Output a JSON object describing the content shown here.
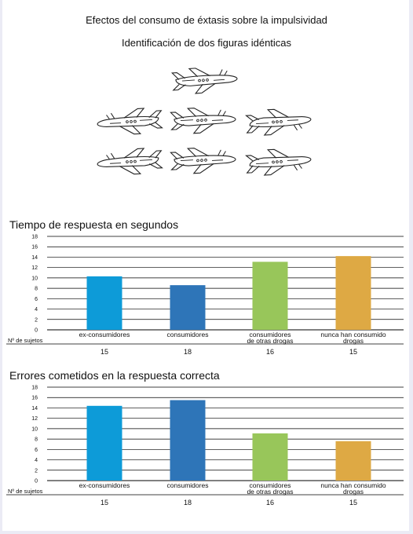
{
  "header": {
    "title": "Efectos del consumo de éxtasis sobre la impulsividad",
    "subtitle": "Identificación de dos figuras idénticas"
  },
  "figure": {
    "description_icons": [
      "airplane-icon"
    ]
  },
  "colors": {
    "ex_consumidores": "#0d9bd8",
    "consumidores": "#2e75b8",
    "otras_drogas": "#98c65a",
    "nunca": "#dea944"
  },
  "sujetos_label": "Nº de sujetos",
  "chart_data": [
    {
      "type": "bar",
      "title": "Tiempo de respuesta en segundos",
      "categories": [
        "ex-consumidores",
        "consumidores",
        "consumidores de otras drogas",
        "nunca han consumido drogas"
      ],
      "category_lines": [
        [
          "ex-consumidores"
        ],
        [
          "consumidores"
        ],
        [
          "consumidores",
          "de otras drogas"
        ],
        [
          "nunca han consumido",
          "drogas"
        ]
      ],
      "values": [
        10.3,
        8.6,
        13.1,
        14.2
      ],
      "ylim": [
        0,
        18
      ],
      "yticks": [
        0,
        2,
        4,
        6,
        8,
        10,
        12,
        14,
        16,
        18
      ],
      "grid": true,
      "sujetos": [
        "15",
        "18",
        "16",
        "15"
      ]
    },
    {
      "type": "bar",
      "title": "Errores cometidos en la respuesta correcta",
      "categories": [
        "ex-consumidores",
        "consumidores",
        "consumidores de otras drogas",
        "nunca han consumido drogas"
      ],
      "category_lines": [
        [
          "ex-consumidores"
        ],
        [
          "consumidores"
        ],
        [
          "consumidores",
          "de otras drogas"
        ],
        [
          "nunca han consumido",
          "drogas"
        ]
      ],
      "values": [
        14.4,
        15.5,
        9.1,
        7.6
      ],
      "ylim": [
        0,
        18
      ],
      "yticks": [
        0,
        2,
        4,
        6,
        8,
        10,
        12,
        14,
        16,
        18
      ],
      "grid": true,
      "sujetos": [
        "15",
        "18",
        "16",
        "15"
      ]
    }
  ]
}
